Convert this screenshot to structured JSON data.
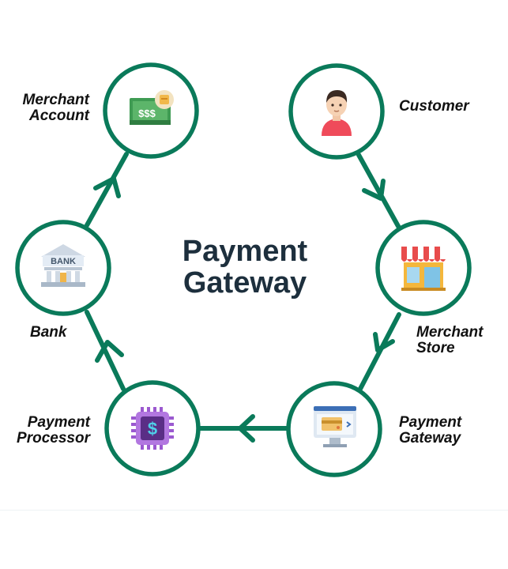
{
  "title": "Payment\nGateway",
  "nodes": [
    {
      "id": "customer",
      "label": "Customer",
      "icon": "customer-icon"
    },
    {
      "id": "merchant-store",
      "label": "Merchant\nStore",
      "icon": "store-icon"
    },
    {
      "id": "payment-gateway",
      "label": "Payment\nGateway",
      "icon": "monitor-card-icon"
    },
    {
      "id": "payment-processor",
      "label": "Payment\nProcessor",
      "icon": "chip-dollar-icon"
    },
    {
      "id": "bank",
      "label": "Bank",
      "icon": "bank-icon",
      "icon_text": "BANK"
    },
    {
      "id": "merchant-account",
      "label": "Merchant\nAccount",
      "icon": "cash-icon",
      "icon_text": "$$$"
    }
  ],
  "flow": [
    {
      "from": "customer",
      "to": "merchant-store"
    },
    {
      "from": "merchant-store",
      "to": "payment-gateway"
    },
    {
      "from": "payment-gateway",
      "to": "payment-processor"
    },
    {
      "from": "payment-processor",
      "to": "bank"
    },
    {
      "from": "bank",
      "to": "merchant-account"
    }
  ],
  "colors": {
    "ring": "#0a7a5a",
    "title": "#1d2f3d",
    "label": "#111111"
  }
}
